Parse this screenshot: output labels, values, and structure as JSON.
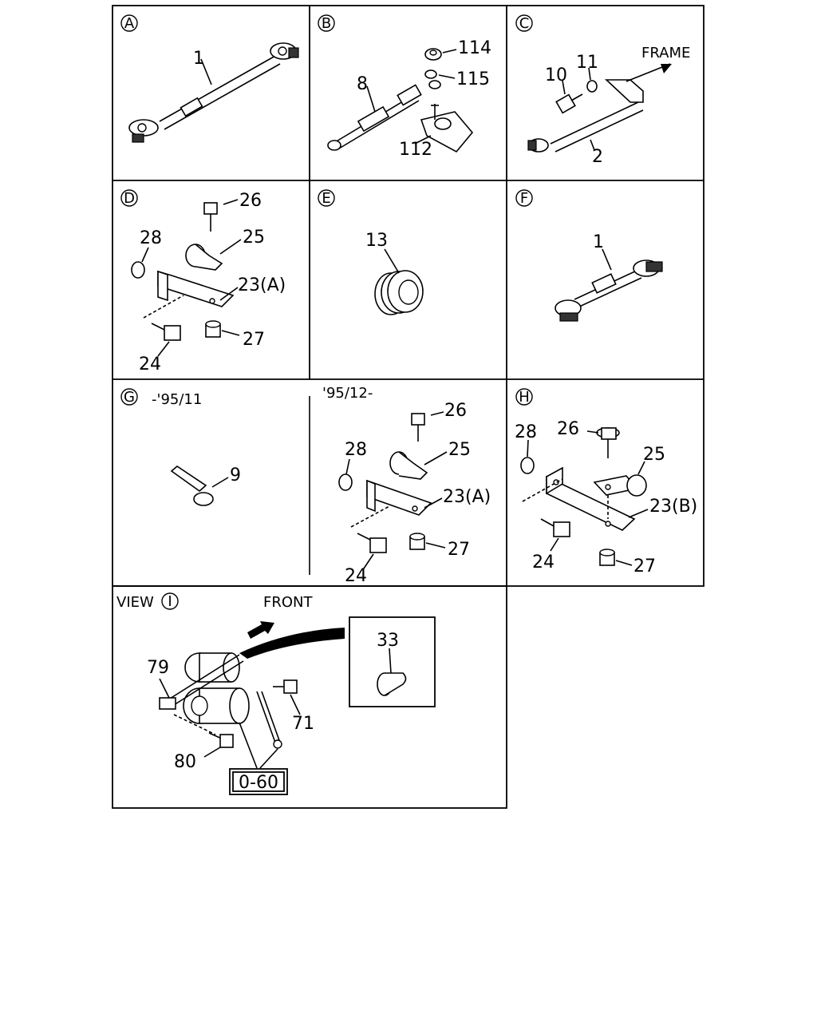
{
  "panels": {
    "A": {
      "letter": "A",
      "labels": {
        "p1": "1"
      }
    },
    "B": {
      "letter": "B",
      "labels": {
        "p8": "8",
        "p114": "114",
        "p115": "115",
        "p112": "112"
      }
    },
    "C": {
      "letter": "C",
      "labels": {
        "p10": "10",
        "p11": "11",
        "p2": "2",
        "frame": "FRAME"
      }
    },
    "D": {
      "letter": "D",
      "labels": {
        "p26": "26",
        "p28": "28",
        "p25": "25",
        "p23a": "23(A)",
        "p27": "27",
        "p24": "24"
      }
    },
    "E": {
      "letter": "E",
      "labels": {
        "p13": "13"
      }
    },
    "F": {
      "letter": "F",
      "labels": {
        "p1": "1"
      }
    },
    "G": {
      "letter": "G",
      "date_left": "-'95/11",
      "date_right": "'95/12-",
      "labels": {
        "p9": "9",
        "p26": "26",
        "p28": "28",
        "p25": "25",
        "p23a": "23(A)",
        "p27": "27",
        "p24": "24"
      }
    },
    "H": {
      "letter": "H",
      "labels": {
        "p28": "28",
        "p26": "26",
        "p25": "25",
        "p23b": "23(B)",
        "p24": "24",
        "p27": "27"
      }
    },
    "I": {
      "letter": "I",
      "view_text": "VIEW",
      "front_text": "FRONT",
      "labels": {
        "p33": "33",
        "p79": "79",
        "p71": "71",
        "p80": "80",
        "ref": "0-60"
      }
    }
  }
}
